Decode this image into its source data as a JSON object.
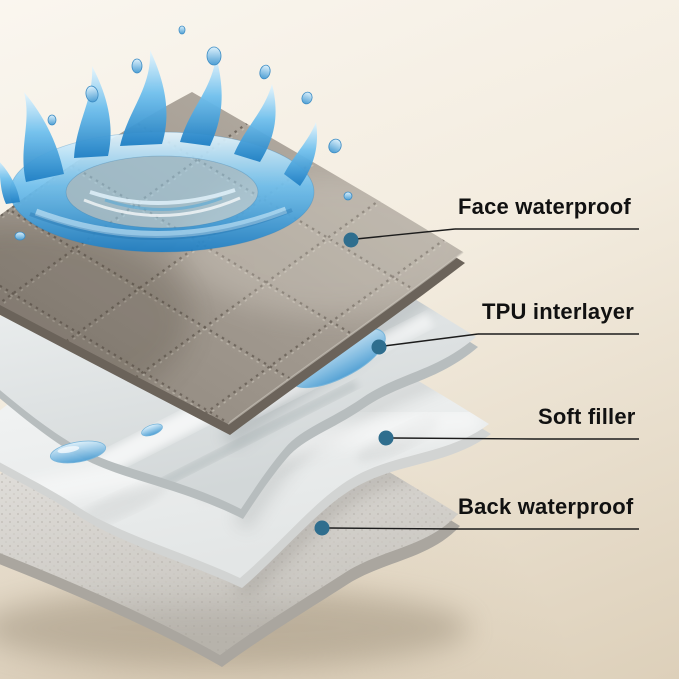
{
  "callouts": [
    {
      "label": "Face waterproof"
    },
    {
      "label": "TPU interlayer"
    },
    {
      "label": "Soft filler"
    },
    {
      "label": "Back waterproof"
    }
  ],
  "colors": {
    "background": "#f3ecdf",
    "text": "#111111",
    "line": "#1c1c1c",
    "dot": "#2f6e8e",
    "water": "#2f8fd0",
    "face_layer": "#9c948a",
    "tpu_layer": "#eef1f1",
    "filler_layer": "#f7f8f8",
    "back_layer": "#e6e4e0"
  }
}
